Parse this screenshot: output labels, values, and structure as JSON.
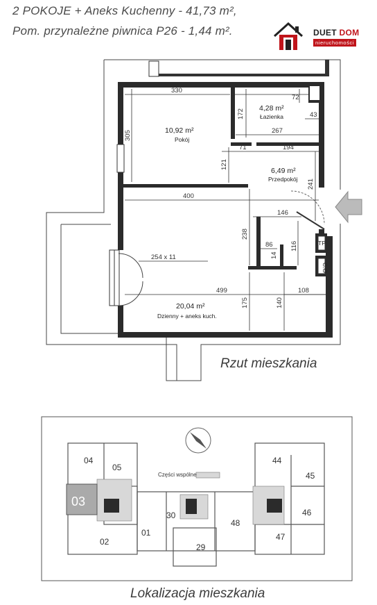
{
  "header": {
    "line1": "2 POKOJE + Aneks Kuchenny - 41,73 m²,",
    "line2": "Pom.  przynależne piwnica P26 - 1,44 m²."
  },
  "brand": {
    "name_part1": "DUET",
    "name_part2": "DOM",
    "subtitle": "nieruchomości",
    "accent_color": "#c0151b"
  },
  "plan": {
    "caption": "Rzut mieszkania",
    "rooms": {
      "pokoj": {
        "area": "10,92 m²",
        "name": "Pokój"
      },
      "lazienka": {
        "area": "4,28 m²",
        "name": "Łazienka"
      },
      "przedpokoj": {
        "area": "6,49 m²",
        "name": "Przedpokój"
      },
      "dzienny": {
        "area": "20,04 m²",
        "name": "Dzienny + aneks kuch."
      }
    },
    "dims": {
      "d330": "330",
      "d72": "72",
      "d172": "172",
      "d43": "43",
      "d305": "305",
      "d267": "267",
      "d71": "71",
      "d194": "194",
      "d121": "121",
      "d241": "241",
      "d400": "400",
      "d146": "146",
      "d238": "238",
      "d86": "86",
      "d116": "116",
      "d14": "14",
      "d254": "254  x  11",
      "d499": "499",
      "d108": "108",
      "d175": "175",
      "d140": "140"
    },
    "labels": {
      "tp": "TP",
      "co": "C.O."
    }
  },
  "location": {
    "caption": "Lokalizacja mieszkania",
    "legend": "Części wspólne",
    "highlight_unit": "03",
    "units": {
      "u04": "04",
      "u05": "05",
      "u03": "03",
      "u02": "02",
      "u01": "01",
      "u30": "30",
      "u29": "29",
      "u48": "48",
      "u44": "44",
      "u45": "45",
      "u46": "46",
      "u47": "47"
    }
  }
}
